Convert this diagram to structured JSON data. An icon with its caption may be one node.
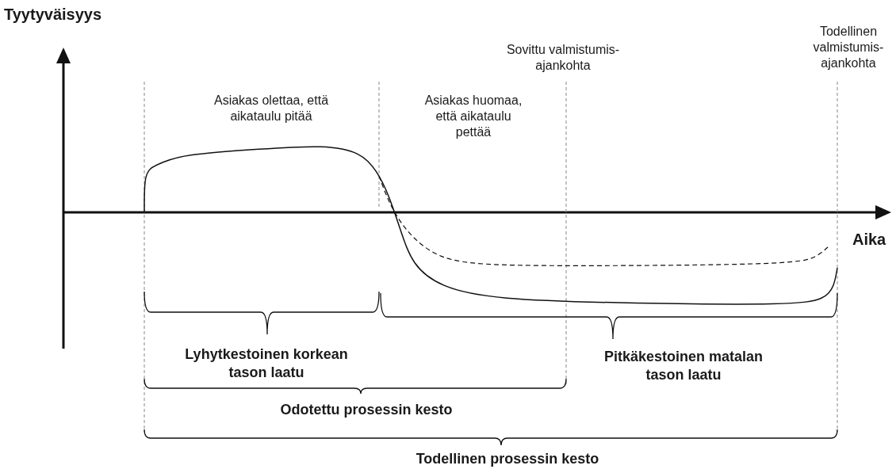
{
  "diagram": {
    "labels": [
      "Tyytyväisyys",
      "Todellinen valmistumis- ajankohta",
      "Sovittu valmistumis- ajankohta",
      "Asiakas olettaa, että aikataulu pitää",
      "Asiakas huomaa, että aikataulu pettää",
      "Aika",
      "Lyhytkestoinen korkean tason laatu",
      "Pitkäkestoinen matalan tason laatu",
      "Odotettu prosessin kesto",
      "Todellinen prosessin kesto"
    ]
  }
}
